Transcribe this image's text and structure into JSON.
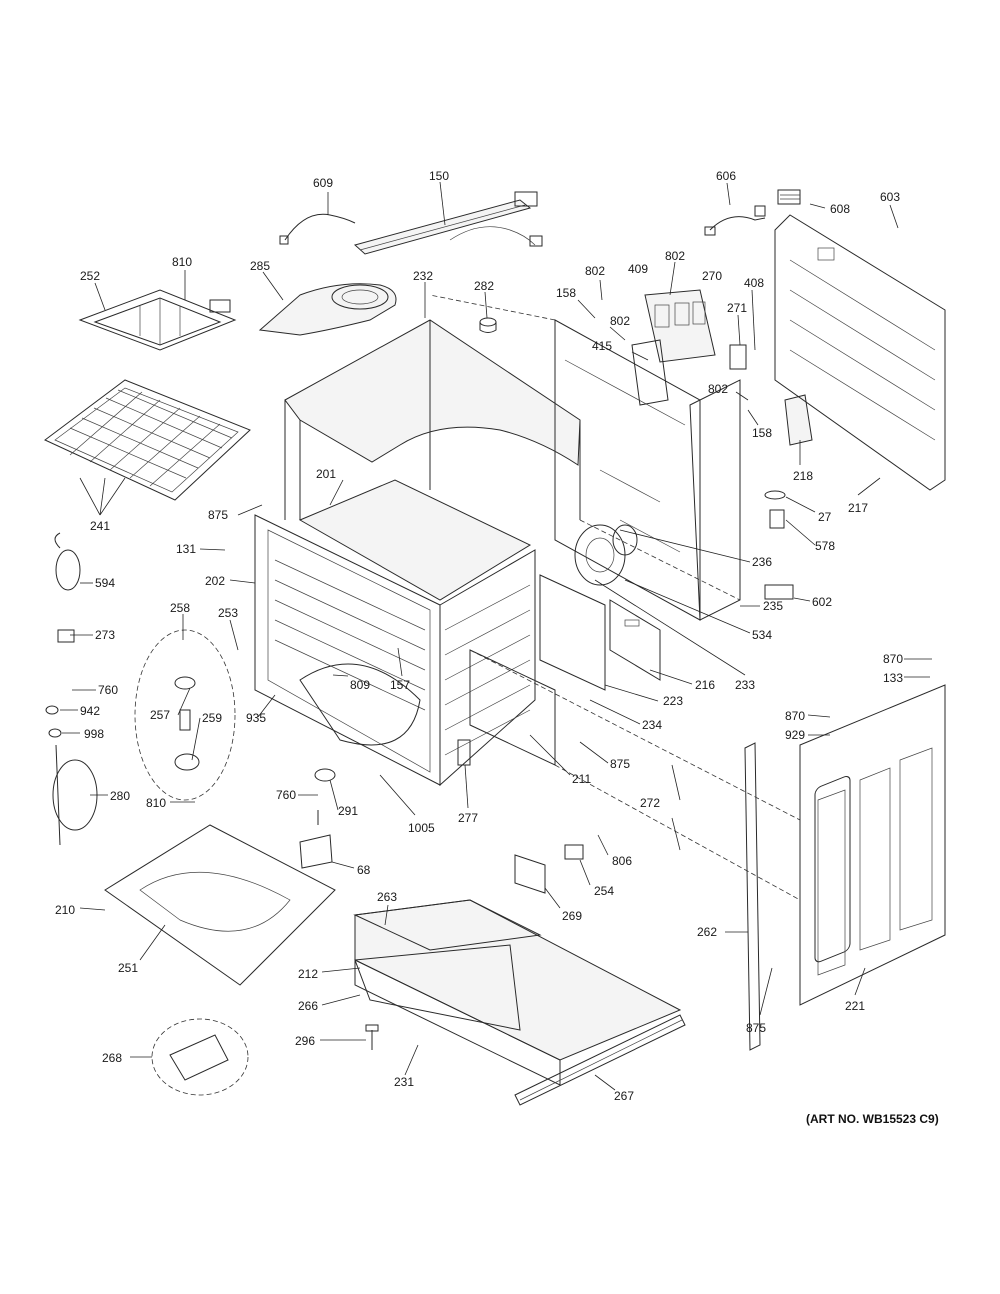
{
  "art_number": "(ART NO. WB15523 C9)",
  "callouts": [
    {
      "id": "c609",
      "text": "609"
    },
    {
      "id": "c150",
      "text": "150"
    },
    {
      "id": "c606",
      "text": "606"
    },
    {
      "id": "c608",
      "text": "608"
    },
    {
      "id": "c603",
      "text": "603"
    },
    {
      "id": "c252",
      "text": "252"
    },
    {
      "id": "c810a",
      "text": "810"
    },
    {
      "id": "c285",
      "text": "285"
    },
    {
      "id": "c232",
      "text": "232"
    },
    {
      "id": "c282",
      "text": "282"
    },
    {
      "id": "c802a",
      "text": "802"
    },
    {
      "id": "c409",
      "text": "409"
    },
    {
      "id": "c802b",
      "text": "802"
    },
    {
      "id": "c270",
      "text": "270"
    },
    {
      "id": "c408",
      "text": "408"
    },
    {
      "id": "c158a",
      "text": "158"
    },
    {
      "id": "c802c",
      "text": "802"
    },
    {
      "id": "c271",
      "text": "271"
    },
    {
      "id": "c415",
      "text": "415"
    },
    {
      "id": "c802d",
      "text": "802"
    },
    {
      "id": "c158b",
      "text": "158"
    },
    {
      "id": "c218",
      "text": "218"
    },
    {
      "id": "c217",
      "text": "217"
    },
    {
      "id": "c27",
      "text": "27"
    },
    {
      "id": "c578",
      "text": "578"
    },
    {
      "id": "c241",
      "text": "241"
    },
    {
      "id": "c875a",
      "text": "875"
    },
    {
      "id": "c201",
      "text": "201"
    },
    {
      "id": "c131",
      "text": "131"
    },
    {
      "id": "c202",
      "text": "202"
    },
    {
      "id": "c236",
      "text": "236"
    },
    {
      "id": "c594",
      "text": "594"
    },
    {
      "id": "c258",
      "text": "258"
    },
    {
      "id": "c253",
      "text": "253"
    },
    {
      "id": "c235",
      "text": "235"
    },
    {
      "id": "c602",
      "text": "602"
    },
    {
      "id": "c534",
      "text": "534"
    },
    {
      "id": "c273",
      "text": "273"
    },
    {
      "id": "c809",
      "text": "809"
    },
    {
      "id": "c157",
      "text": "157"
    },
    {
      "id": "c216",
      "text": "216"
    },
    {
      "id": "c233",
      "text": "233"
    },
    {
      "id": "c870a",
      "text": "870"
    },
    {
      "id": "c133",
      "text": "133"
    },
    {
      "id": "c760a",
      "text": "760"
    },
    {
      "id": "c223",
      "text": "223"
    },
    {
      "id": "c942",
      "text": "942"
    },
    {
      "id": "c257",
      "text": "257"
    },
    {
      "id": "c259",
      "text": "259"
    },
    {
      "id": "c935",
      "text": "935"
    },
    {
      "id": "c234",
      "text": "234"
    },
    {
      "id": "c870b",
      "text": "870"
    },
    {
      "id": "c929",
      "text": "929"
    },
    {
      "id": "c998",
      "text": "998"
    },
    {
      "id": "c875b",
      "text": "875"
    },
    {
      "id": "c280",
      "text": "280"
    },
    {
      "id": "c760b",
      "text": "760"
    },
    {
      "id": "c291",
      "text": "291"
    },
    {
      "id": "c211",
      "text": "211"
    },
    {
      "id": "c272",
      "text": "272"
    },
    {
      "id": "c810b",
      "text": "810"
    },
    {
      "id": "c1005",
      "text": "1005"
    },
    {
      "id": "c277",
      "text": "277"
    },
    {
      "id": "c806",
      "text": "806"
    },
    {
      "id": "c68",
      "text": "68"
    },
    {
      "id": "c254",
      "text": "254"
    },
    {
      "id": "c263",
      "text": "263"
    },
    {
      "id": "c210",
      "text": "210"
    },
    {
      "id": "c269",
      "text": "269"
    },
    {
      "id": "c262",
      "text": "262"
    },
    {
      "id": "c251",
      "text": "251"
    },
    {
      "id": "c212",
      "text": "212"
    },
    {
      "id": "c266",
      "text": "266"
    },
    {
      "id": "c221",
      "text": "221"
    },
    {
      "id": "c875c",
      "text": "875"
    },
    {
      "id": "c296",
      "text": "296"
    },
    {
      "id": "c268",
      "text": "268"
    },
    {
      "id": "c231",
      "text": "231"
    },
    {
      "id": "c267",
      "text": "267"
    }
  ]
}
